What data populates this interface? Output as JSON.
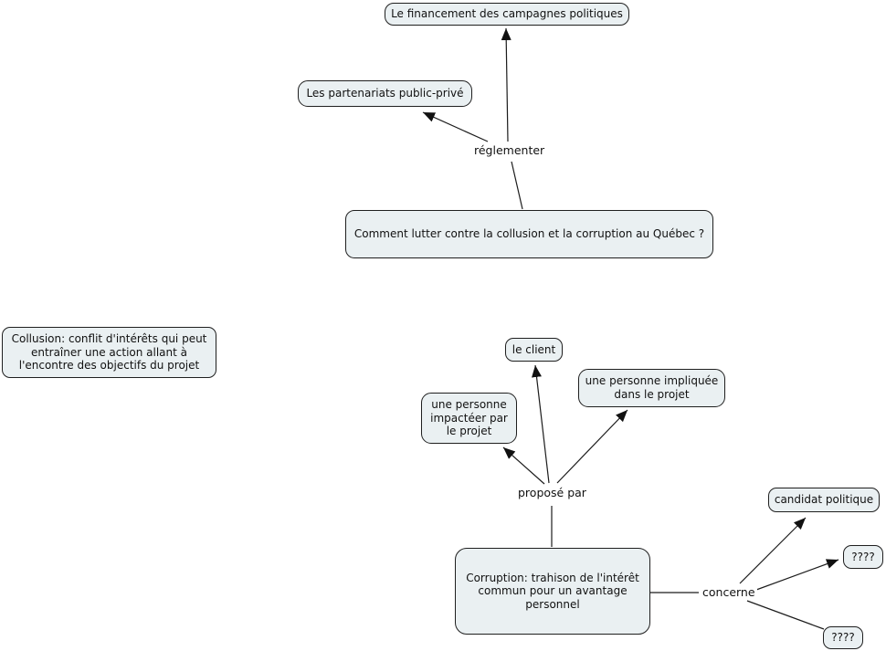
{
  "diagram": {
    "type": "concept-map",
    "background": "#ffffff"
  },
  "colors": {
    "node_fill": "#eaf0f2",
    "node_border": "#1f1f1f",
    "connector": "#1c1c1c",
    "text": "#111111"
  },
  "nodes": {
    "financement": {
      "label": "Le financement des campagnes politiques"
    },
    "partenariats": {
      "label": "Les partenariats public-privé"
    },
    "question": {
      "label": "Comment lutter contre la collusion et la corruption au Québec ?"
    },
    "collusion": {
      "label": [
        "Collusion: conflit d'intérêts qui peut",
        "entraîner une action allant à",
        "l'encontre des objectifs du projet"
      ]
    },
    "client": {
      "label": "le client"
    },
    "impliquee": {
      "label": [
        "une personne impliquée",
        "dans le projet"
      ]
    },
    "impactee": {
      "label": [
        "une personne",
        "impactéer par",
        "le projet"
      ]
    },
    "corruption": {
      "label": [
        "Corruption: trahison de l'intérêt",
        "commun pour un avantage",
        "personnel"
      ]
    },
    "candidat": {
      "label": "candidat politique"
    },
    "inconnu_haut": {
      "label": "????"
    },
    "inconnu_bas": {
      "label": "????"
    }
  },
  "linking_phrases": {
    "reglementer": {
      "label": "réglementer"
    },
    "propose_par": {
      "label": "proposé par"
    },
    "concerne": {
      "label": "concerne"
    }
  },
  "edges": [
    {
      "from": "question",
      "via": "réglementer",
      "to": "financement",
      "arrow": true
    },
    {
      "from": "question",
      "via": "réglementer",
      "to": "partenariats",
      "arrow": true
    },
    {
      "from": "corruption",
      "via": "proposé par",
      "to": "client",
      "arrow": true
    },
    {
      "from": "corruption",
      "via": "proposé par",
      "to": "impliquee",
      "arrow": true
    },
    {
      "from": "corruption",
      "via": "proposé par",
      "to": "impactee",
      "arrow": true
    },
    {
      "from": "corruption",
      "via": "concerne",
      "to": "candidat",
      "arrow": true
    },
    {
      "from": "corruption",
      "via": "concerne",
      "to": "inconnu_haut",
      "arrow": true
    },
    {
      "from": "corruption",
      "via": "concerne",
      "to": "inconnu_bas",
      "arrow": false
    }
  ]
}
